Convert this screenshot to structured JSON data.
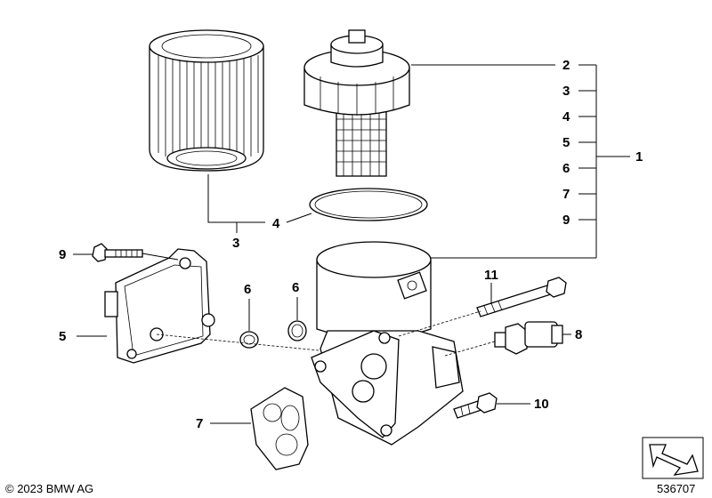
{
  "callouts": {
    "c2": "2",
    "c3": "3",
    "c4": "4",
    "c5": "5",
    "c6": "6",
    "c7": "7",
    "c9": "9",
    "main1": "1",
    "filter_3": "3",
    "seal_4": "4",
    "screw_9": "9",
    "cooler_5": "5",
    "ring_6a": "6",
    "ring_6b": "6",
    "bolt_11": "11",
    "sensor_8": "8",
    "gasket_7": "7",
    "bolt_10": "10"
  },
  "footer": {
    "copyright": "© 2023 BMW AG",
    "diagram_number": "536707"
  }
}
